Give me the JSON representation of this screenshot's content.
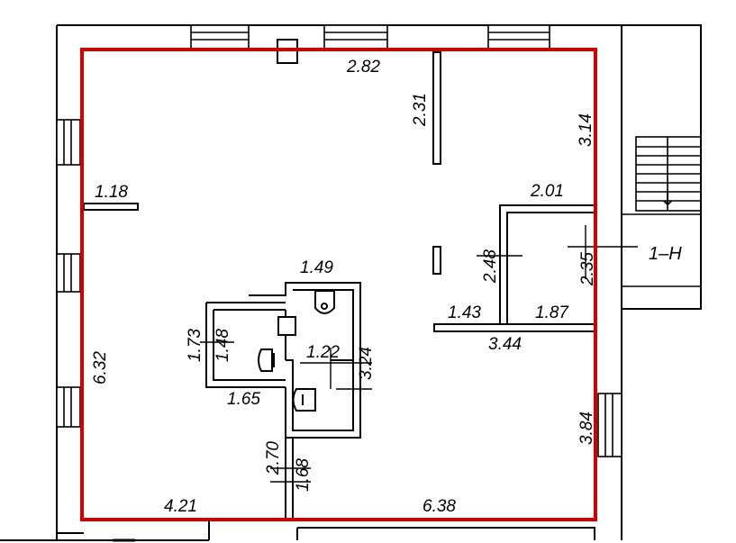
{
  "plan": {
    "outline_color": "#d40000",
    "line_color": "#000000",
    "room_label": "1–H",
    "arrow_symbol": "↓",
    "dimensions": {
      "top": "2.82",
      "top_partition": "2.31",
      "top_right": "3.14",
      "left_stub": "1.18",
      "left_wall": "6.32",
      "room_top": "2.01",
      "room_mid": "2.48",
      "room_right": "2.35",
      "room_bottom_left": "1.43",
      "room_bottom_right": "1.87",
      "room_wall_length": "3.44",
      "wc_top": "1.49",
      "wc_outer_height": "1.73",
      "wc_inner_height": "1.48",
      "wc_inner_width": "1.22",
      "wc_height": "3.24",
      "wc_bottom": "1.65",
      "corridor_outer": "2.70",
      "corridor_inner": "1.68",
      "bottom_left": "4.21",
      "bottom_right": "6.38",
      "right_lower": "3.84"
    }
  }
}
